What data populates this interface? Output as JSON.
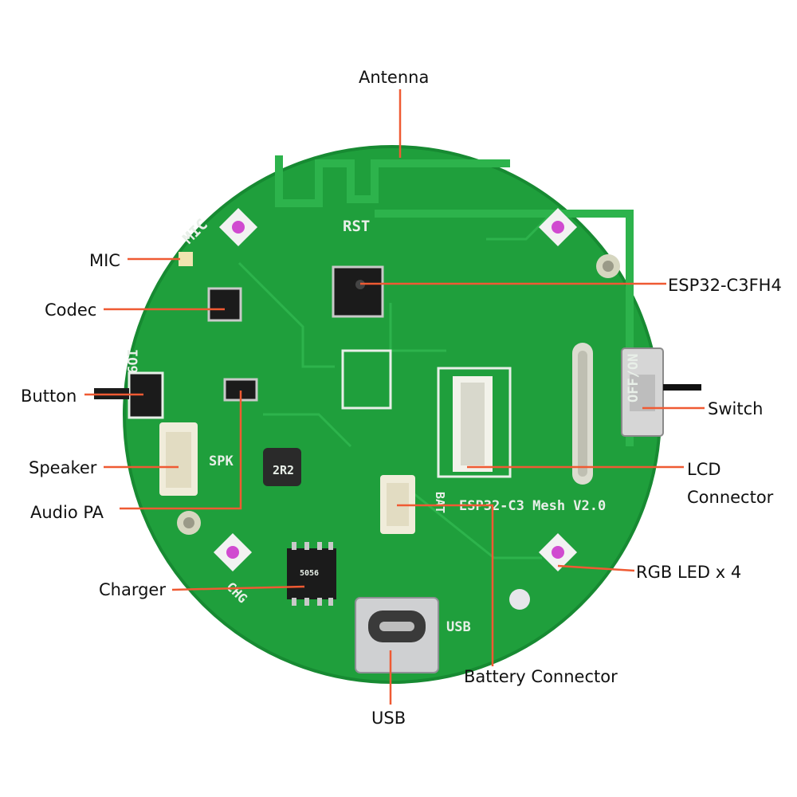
{
  "colors": {
    "board": "#1f9f3c",
    "board_dark": "#178a32",
    "trace": "#2db34c",
    "leader": "#ef5a33",
    "chip": "#1b1b1b",
    "pin": "#c9c9c9",
    "silkscreen": "#e8efe8"
  },
  "labels": {
    "antenna": "Antenna",
    "mic": "MIC",
    "esp32": "ESP32-C3FH4",
    "codec": "Codec",
    "button": "Button",
    "switch": "Switch",
    "speaker": "Speaker",
    "lcd_line1": "LCD",
    "lcd_line2": "Connector",
    "audio_pa": "Audio PA",
    "rgb_led": "RGB LED x 4",
    "charger": "Charger",
    "battery_connector": "Battery Connector",
    "usb": "USB"
  },
  "silkscreen": {
    "mic": "MIC",
    "rst": "RST",
    "io9": "IO9",
    "spk": "SPK",
    "off_on": "OFF/ON",
    "board_name": "ESP32-C3 Mesh V2.0",
    "bat": "BAT",
    "usb": "USB",
    "chg": "CHG",
    "inductor": "2R2",
    "charger_chip": "5056"
  },
  "icons": {
    "antenna": "pcb-antenna-icon",
    "led": "rgb-led-icon",
    "usb": "usb-c-port-icon"
  }
}
